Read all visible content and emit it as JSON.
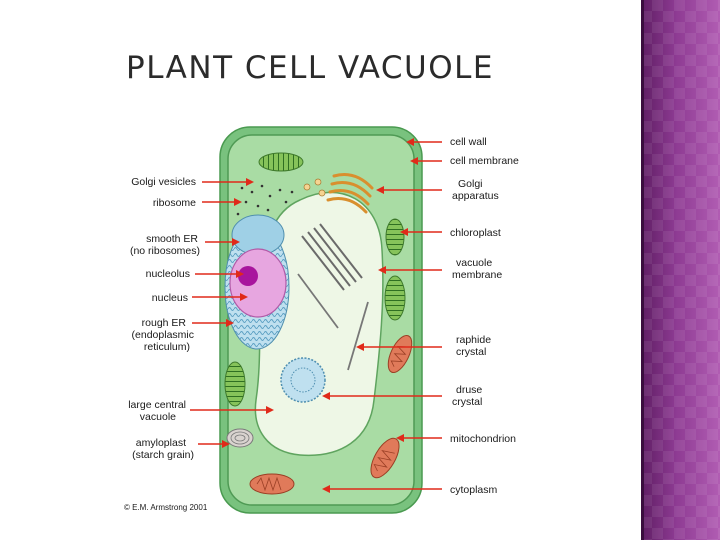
{
  "slide": {
    "title": "PLANT CELL VACUOLE"
  },
  "diagram": {
    "labels_left": {
      "golgi_vesicles": "Golgi vesicles",
      "ribosome": "ribosome",
      "smooth_er_1": "smooth ER",
      "smooth_er_2": "(no ribosomes)",
      "nucleolus": "nucleolus",
      "nucleus": "nucleus",
      "rough_er_1": "rough ER",
      "rough_er_2": "(endoplasmic",
      "rough_er_3": "reticulum)",
      "large_central_1": "large central",
      "large_central_2": "vacuole",
      "amyloplast_1": "amyloplast",
      "amyloplast_2": "(starch grain)"
    },
    "labels_right": {
      "cell_wall": "cell wall",
      "cell_membrane": "cell membrane",
      "golgi_1": "Golgi",
      "golgi_2": "apparatus",
      "chloroplast": "chloroplast",
      "vacuole_membrane_1": "vacuole",
      "vacuole_membrane_2": "membrane",
      "raphide_1": "raphide",
      "raphide_2": "crystal",
      "druse_1": "druse",
      "druse_2": "crystal",
      "mitochondrion": "mitochondrion",
      "cytoplasm": "cytoplasm"
    },
    "copyright": "© E.M. Armstrong 2001",
    "colors": {
      "cell_wall": "#79c27e",
      "cytoplasm": "#a9dca4",
      "vacuole": "#eef7e6",
      "arrow": "#e02a1a",
      "nucleus": "#e7a6e0",
      "nucleolus": "#a8159d",
      "chloroplast": "#7fbf52",
      "mitochondrion": "#e07a5a",
      "golgi": "#f0b466",
      "druse": "#7fb6d6",
      "accent_band": "#8e3b93"
    }
  }
}
